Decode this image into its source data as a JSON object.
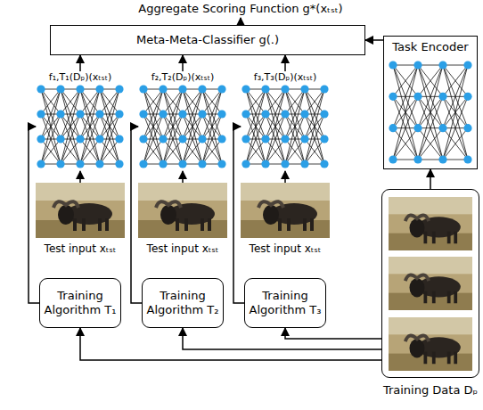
{
  "diagram": {
    "title": "Aggregate Scoring Function g*(xₜₛₜ)",
    "nodes": [
      {
        "text": [
          "Meta-Meta-Classifier g(.)"
        ]
      },
      {
        "text": [
          "Task Encoder"
        ]
      },
      {
        "text": [
          "f₁,T₁(Dₚ)(xₜₛₜ)"
        ]
      },
      {
        "text": [
          "f₂,T₂(Dₚ)(xₜₛₜ)"
        ]
      },
      {
        "text": [
          "f₃,T₃(Dₚ)(xₜₛₜ)"
        ]
      },
      {
        "text": [
          "Test input xₜₛₜ"
        ]
      },
      {
        "text": [
          "Test input xₜₛₜ"
        ]
      },
      {
        "text": [
          "Test input xₜₛₜ"
        ]
      },
      {
        "text": [
          "Training Algorithm T₁"
        ]
      },
      {
        "text": [
          "Training Algorithm T₂"
        ]
      },
      {
        "text": [
          "Training Algorithm T₃"
        ]
      },
      {
        "text": [
          "Training Data Dₚ"
        ]
      }
    ],
    "edges": [
      {
        "from": 2,
        "to": 0,
        "arrow": "to"
      },
      {
        "from": 3,
        "to": 0,
        "arrow": "to"
      },
      {
        "from": 4,
        "to": 0,
        "arrow": "to"
      },
      {
        "from": 1,
        "to": 0,
        "arrow": "to"
      },
      {
        "from": 5,
        "to": 2,
        "arrow": "to"
      },
      {
        "from": 6,
        "to": 3,
        "arrow": "to"
      },
      {
        "from": 7,
        "to": 4,
        "arrow": "to"
      },
      {
        "from": 8,
        "to": 2,
        "arrow": "to"
      },
      {
        "from": 9,
        "to": 3,
        "arrow": "to"
      },
      {
        "from": 10,
        "to": 4,
        "arrow": "to"
      },
      {
        "from": 11,
        "to": 8,
        "arrow": "to"
      },
      {
        "from": 11,
        "to": 9,
        "arrow": "to"
      },
      {
        "from": 11,
        "to": 10,
        "arrow": "to"
      },
      {
        "from": 11,
        "to": 1,
        "arrow": "to"
      }
    ]
  }
}
